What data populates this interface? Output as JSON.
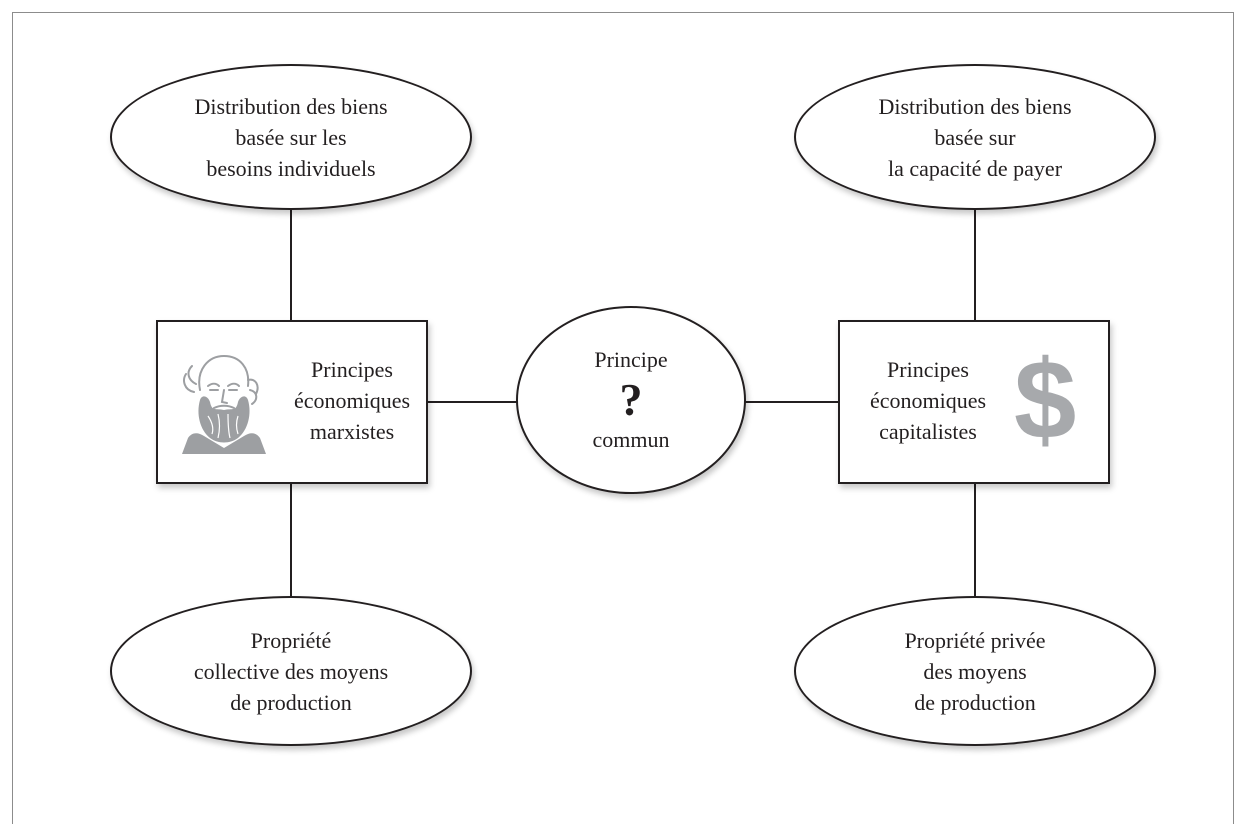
{
  "nodes": {
    "top_left": {
      "lines": [
        "Distribution des biens",
        "basée sur les",
        "besoins individuels"
      ]
    },
    "top_right": {
      "lines": [
        "Distribution des biens",
        "basée sur",
        "la capacité de payer"
      ]
    },
    "bottom_left": {
      "lines": [
        "Propriété",
        "collective des moyens",
        "de production"
      ]
    },
    "bottom_right": {
      "lines": [
        "Propriété privée",
        "des moyens",
        "de production"
      ]
    },
    "left_box": {
      "lines": [
        "Principes",
        "économiques",
        "marxistes"
      ],
      "image": "karl-marx-portrait"
    },
    "right_box": {
      "lines": [
        "Principes",
        "économiques",
        "capitalistes"
      ],
      "symbol": "$"
    },
    "center": {
      "top": "Principe",
      "mark": "?",
      "bottom": "commun"
    }
  },
  "colors": {
    "ink": "#231f20",
    "dollar_gray": "#a7a9ac",
    "portrait_gray": "#9d9fa2",
    "frame": "#8c8c8c"
  }
}
